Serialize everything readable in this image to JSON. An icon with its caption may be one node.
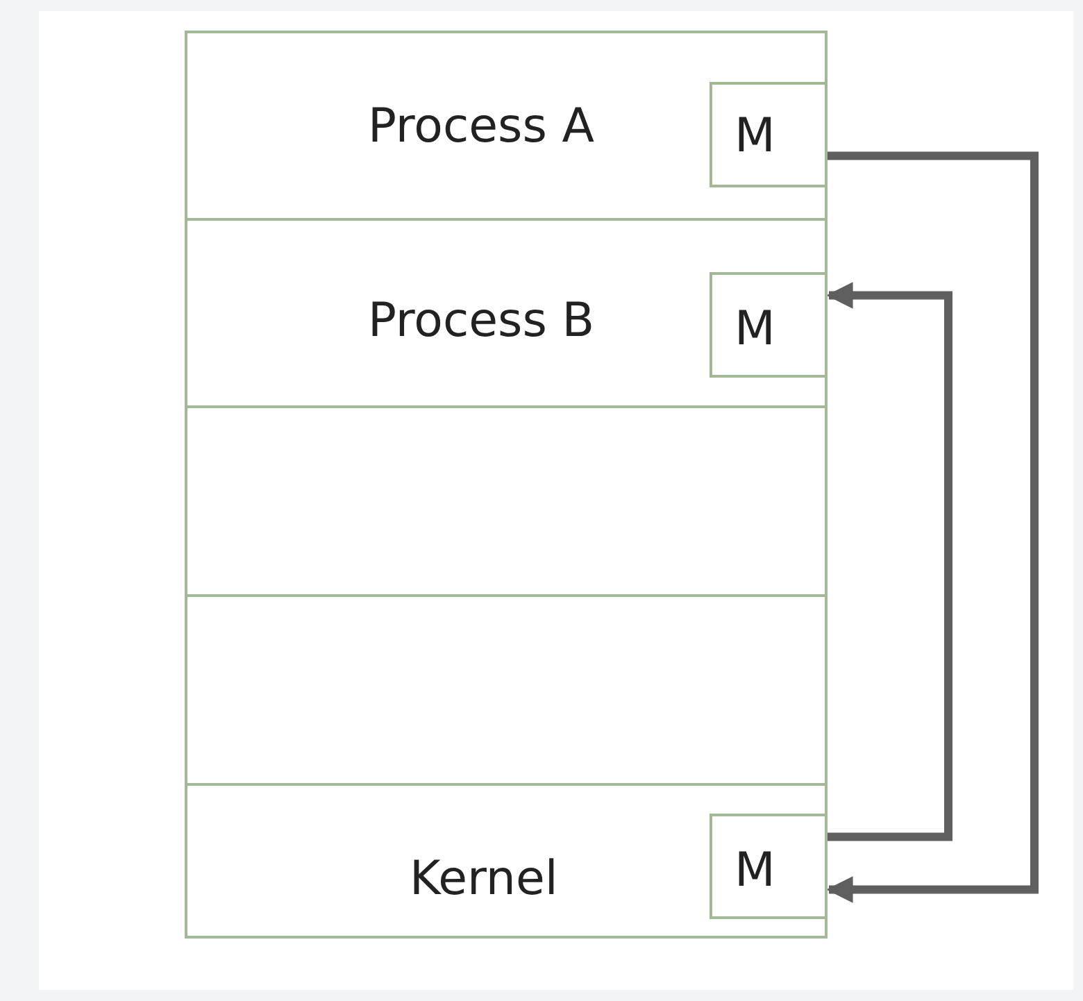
{
  "diagram": {
    "nodes": [
      {
        "text": [
          "Process A"
        ]
      },
      {
        "text": [
          "M"
        ],
        "in": 0
      },
      {
        "text": [
          "Process B"
        ]
      },
      {
        "text": [
          "M"
        ],
        "in": 2
      },
      {
        "text": [],
        "shape": "box"
      },
      {
        "text": [],
        "shape": "box"
      },
      {
        "text": [
          "Kernel"
        ]
      },
      {
        "text": [
          "M"
        ],
        "in": 6
      }
    ],
    "edges": [
      {
        "from": 1,
        "to": 7,
        "arrow": "to"
      },
      {
        "from": 7,
        "to": 3,
        "arrow": "to"
      }
    ]
  }
}
